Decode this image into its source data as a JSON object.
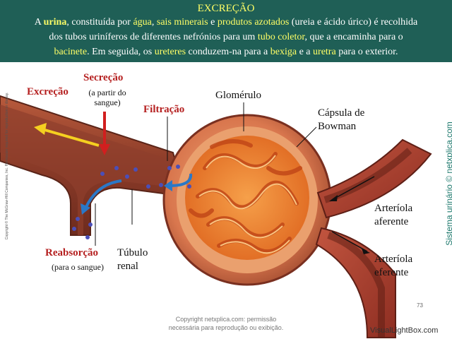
{
  "header": {
    "title": "EXCREÇÃO",
    "line1": [
      "A ",
      "urina",
      ", constituída por ",
      "água",
      ", ",
      "sais minerais",
      " e ",
      "produtos azotados",
      " (ureia e ácido úrico) é recolhida"
    ],
    "line2": [
      "dos tubos uriníferos de diferentes nefrónios para um ",
      "tubo coletor",
      ", que a encaminha para o"
    ],
    "line3": [
      "bacinete",
      ". Em seguida, os ",
      "ureteres",
      " conduzem-na para a ",
      "bexiga",
      " e a ",
      "uretra",
      " para o exterior."
    ]
  },
  "labels": {
    "excrecao": "Excreção",
    "secrecao": "Secreção",
    "secrecao_sub1": "(a partir do",
    "secrecao_sub2": "sangue)",
    "filtracao": "Filtração",
    "glomerulo": "Glomérulo",
    "capsula1": "Cápsula de",
    "capsula2": "Bowman",
    "reabsorcao": "Reabsorção",
    "reabsorcao_sub": "(para o sangue)",
    "tubulo1": "Túbulo",
    "tubulo2": "renal",
    "arteriola_aferente1": "Arteríola",
    "arteriola_aferente2": "aferente",
    "arteriola_eferente1": "Arteríola",
    "arteriola_eferente2": "eferente"
  },
  "side": {
    "left_copyright": "Copyright © The McGraw-Hill Companies, Inc. Permission required for reproduction or display.",
    "right_site": "Sistema urinário © netxplica.com"
  },
  "footer": {
    "copy1": "Copyright netxplica.com: permissão",
    "copy2": "necessária para reprodução ou exibição.",
    "page": "73",
    "watermark": "VisualLightBox.com"
  },
  "colors": {
    "header_bg": "#1f5f56",
    "highlight": "#ffff66",
    "label_red": "#b52020",
    "side_text": "#1f7a6e"
  }
}
